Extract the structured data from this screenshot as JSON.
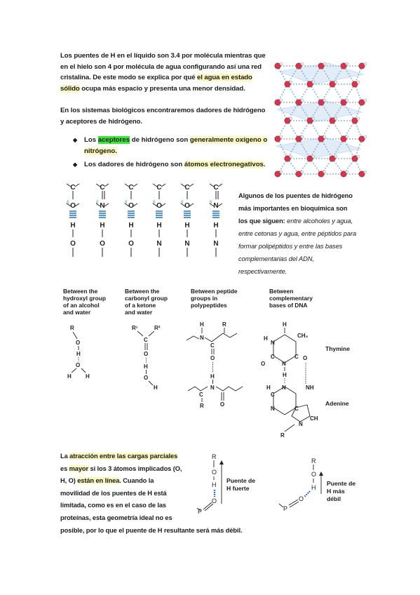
{
  "intro": {
    "line1": "Los puentes de H en el líquido son 3.4 por molécula mientras que",
    "line2": "en el hielo son 4 por molécula de agua configurando así una red",
    "line3a": "cristalina. De este modo se explica por qué ",
    "line3b": "el agua en estado",
    "line4a": "sólido",
    "line4b": " ocupa más espacio y presenta una menor densidad."
  },
  "bio": {
    "line1": "En los sistemas biológicos encontraremos dadores de hidrógeno",
    "line2": "y aceptores de hidrógeno."
  },
  "bullets": {
    "b1_pre": "Los ",
    "b1_acc": "aceptores",
    "b1_mid": " de hidrógeno son ",
    "b1_hl": "generalmente oxígeno o",
    "b1_line2": "nitrógeno.",
    "b2_pre": "Los dadores de hidrógeno son ",
    "b2_hl": "átomos electronegativos",
    "b2_end": "."
  },
  "side": {
    "l1": "Algunos de los puentes de hidrógeno",
    "l2": "más importantes en bioquímica son",
    "l3a": "los que siguen: ",
    "l3b": "entre alcoholes y agua,",
    "l4": "entre cetonas y agua, entre péptidos para",
    "l5": "formar polipéptidos y entre las bases",
    "l6": "complementarias del ADN,",
    "l7": "respectivamente."
  },
  "hbond_pairs": [
    {
      "top": "C",
      "acc": "O",
      "don": "H",
      "bot": "O"
    },
    {
      "top": "C",
      "acc": "N",
      "don": "H",
      "bot": "O"
    },
    {
      "top": "C",
      "acc": "O",
      "don": "H",
      "bot": "O"
    },
    {
      "top": "C",
      "acc": "O",
      "don": "H",
      "bot": "N"
    },
    {
      "top": "C",
      "acc": "O",
      "don": "H",
      "bot": "N"
    },
    {
      "top": "C",
      "acc": "N",
      "don": "H",
      "bot": "N"
    }
  ],
  "captions": {
    "c1": [
      "Between the",
      "hydroxyl group",
      "of an alcohol",
      "and water"
    ],
    "c2": [
      "Between the",
      "carbonyl group",
      "of a ketone",
      "and water"
    ],
    "c3": [
      "Between peptide",
      "groups in",
      "polypeptides"
    ],
    "c4": [
      "Between",
      "complementary",
      "bases of DNA"
    ],
    "thymine": "Thymine",
    "adenine": "Adenine"
  },
  "atoms": {
    "R": "R",
    "O": "O",
    "H": "H",
    "N": "N",
    "C": "C",
    "CH3": "CH₃",
    "NH": "NH",
    "CH": "CH",
    "R1": "R¹",
    "R2": "R²",
    "P": "P"
  },
  "bottom": {
    "l1a": "La ",
    "l1b": "atracción entre las cargas parciales",
    "l2a": "es ",
    "l2b": "mayor",
    "l2c": " si los 3 átomos implicados (O,",
    "l3a": "H, O) ",
    "l3b": "están en línea",
    "l3c": ". Cuando la",
    "l4": "movilidad de los puentes de H está",
    "l5": "limitada, como es en el caso de las",
    "l6": "proteínas, esta geometría ideal no es",
    "l7": "posible, por lo que el puente de H resultante será más débil."
  },
  "labels": {
    "strong": [
      "Puente de",
      "H fuerte"
    ],
    "weak": [
      "Puente de",
      "H más",
      "débil"
    ]
  },
  "colors": {
    "highlight_yellow": "#fbf7c0",
    "highlight_green": "#38e838",
    "hbond_blue": "#2b7fc4",
    "partial_green": "#22aa44",
    "ice_red": "#d8344a",
    "ice_plane": "#a9c9ea"
  }
}
